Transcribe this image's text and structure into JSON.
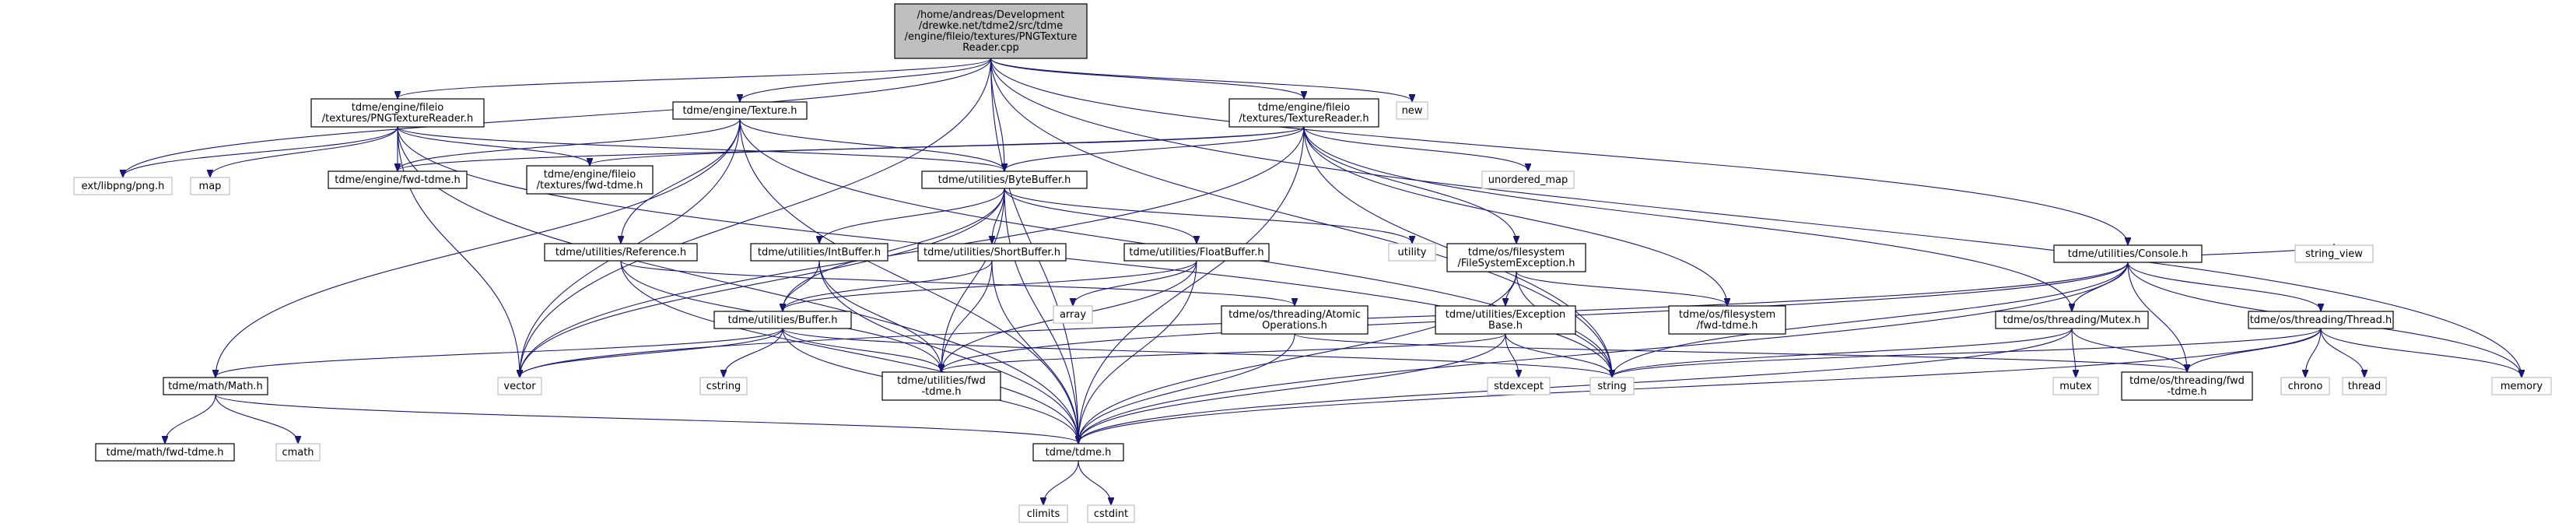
{
  "colors": {
    "edge": "#191970",
    "root_fill": "#bfbfbf",
    "node_border": "#000000",
    "external_border": "#bfbfbf"
  },
  "nodes": [
    {
      "id": "root",
      "kind": "root",
      "lines": [
        "/home/andreas/Development",
        "/drewke.net/tdme2/src/tdme",
        "/engine/fileio/textures/PNGTexture",
        "Reader.cpp"
      ]
    },
    {
      "id": "pngtexturereader_h",
      "kind": "internal",
      "lines": [
        "tdme/engine/fileio",
        "/textures/PNGTextureReader.h"
      ]
    },
    {
      "id": "texture_h",
      "kind": "internal",
      "lines": [
        "tdme/engine/Texture.h"
      ]
    },
    {
      "id": "texturereader_h",
      "kind": "internal",
      "lines": [
        "tdme/engine/fileio",
        "/textures/TextureReader.h"
      ]
    },
    {
      "id": "new",
      "kind": "external",
      "lines": [
        "new"
      ]
    },
    {
      "id": "console_h",
      "kind": "internal",
      "lines": [
        "tdme/utilities/Console.h"
      ]
    },
    {
      "id": "png_h",
      "kind": "external",
      "lines": [
        "ext/libpng/png.h"
      ]
    },
    {
      "id": "map",
      "kind": "external",
      "lines": [
        "map"
      ]
    },
    {
      "id": "fwd_engine",
      "kind": "internal",
      "lines": [
        "tdme/engine/fwd-tdme.h"
      ]
    },
    {
      "id": "fwd_fileio_tex",
      "kind": "internal",
      "lines": [
        "tdme/engine/fileio",
        "/textures/fwd-tdme.h"
      ]
    },
    {
      "id": "bytebuffer_h",
      "kind": "internal",
      "lines": [
        "tdme/utilities/ByteBuffer.h"
      ]
    },
    {
      "id": "unordered_map",
      "kind": "external",
      "lines": [
        "unordered_map"
      ]
    },
    {
      "id": "reference_h",
      "kind": "internal",
      "lines": [
        "tdme/utilities/Reference.h"
      ]
    },
    {
      "id": "intbuffer_h",
      "kind": "internal",
      "lines": [
        "tdme/utilities/IntBuffer.h"
      ]
    },
    {
      "id": "shortbuffer_h",
      "kind": "internal",
      "lines": [
        "tdme/utilities/ShortBuffer.h"
      ]
    },
    {
      "id": "floatbuffer_h",
      "kind": "internal",
      "lines": [
        "tdme/utilities/FloatBuffer.h"
      ]
    },
    {
      "id": "utility",
      "kind": "external",
      "lines": [
        "utility"
      ]
    },
    {
      "id": "fsexception_h",
      "kind": "internal",
      "lines": [
        "tdme/os/filesystem",
        "/FileSystemException.h"
      ]
    },
    {
      "id": "array",
      "kind": "external",
      "lines": [
        "array"
      ]
    },
    {
      "id": "buffer_h",
      "kind": "internal",
      "lines": [
        "tdme/utilities/Buffer.h"
      ]
    },
    {
      "id": "atomic_h",
      "kind": "internal",
      "lines": [
        "tdme/os/threading/Atomic",
        "Operations.h"
      ]
    },
    {
      "id": "excbase_h",
      "kind": "internal",
      "lines": [
        "tdme/utilities/Exception",
        "Base.h"
      ]
    },
    {
      "id": "fwd_fs",
      "kind": "internal",
      "lines": [
        "tdme/os/filesystem",
        "/fwd-tdme.h"
      ]
    },
    {
      "id": "mutex_h",
      "kind": "internal",
      "lines": [
        "tdme/os/threading/Mutex.h"
      ]
    },
    {
      "id": "thread_h",
      "kind": "internal",
      "lines": [
        "tdme/os/threading/Thread.h"
      ]
    },
    {
      "id": "string_view",
      "kind": "external",
      "lines": [
        "string_view"
      ]
    },
    {
      "id": "math_h",
      "kind": "internal",
      "lines": [
        "tdme/math/Math.h"
      ]
    },
    {
      "id": "vector",
      "kind": "external",
      "lines": [
        "vector"
      ]
    },
    {
      "id": "cstring",
      "kind": "external",
      "lines": [
        "cstring"
      ]
    },
    {
      "id": "fwd_utilities",
      "kind": "internal",
      "lines": [
        "tdme/utilities/fwd",
        "-tdme.h"
      ]
    },
    {
      "id": "stdexcept",
      "kind": "external",
      "lines": [
        "stdexcept"
      ]
    },
    {
      "id": "string",
      "kind": "external",
      "lines": [
        "string"
      ]
    },
    {
      "id": "mutex",
      "kind": "external",
      "lines": [
        "mutex"
      ]
    },
    {
      "id": "fwd_threading",
      "kind": "internal",
      "lines": [
        "tdme/os/threading/fwd",
        "-tdme.h"
      ]
    },
    {
      "id": "chrono",
      "kind": "external",
      "lines": [
        "chrono"
      ]
    },
    {
      "id": "thread",
      "kind": "external",
      "lines": [
        "thread"
      ]
    },
    {
      "id": "memory",
      "kind": "external",
      "lines": [
        "memory"
      ]
    },
    {
      "id": "fwd_math",
      "kind": "internal",
      "lines": [
        "tdme/math/fwd-tdme.h"
      ]
    },
    {
      "id": "cmath",
      "kind": "external",
      "lines": [
        "cmath"
      ]
    },
    {
      "id": "tdme_h",
      "kind": "internal",
      "lines": [
        "tdme/tdme.h"
      ]
    },
    {
      "id": "climits",
      "kind": "external",
      "lines": [
        "climits"
      ]
    },
    {
      "id": "cstdint",
      "kind": "external",
      "lines": [
        "cstdint"
      ]
    }
  ],
  "edges": [
    [
      "root",
      "pngtexturereader_h"
    ],
    [
      "root",
      "texture_h"
    ],
    [
      "root",
      "texturereader_h"
    ],
    [
      "root",
      "new"
    ],
    [
      "root",
      "console_h"
    ],
    [
      "root",
      "png_h"
    ],
    [
      "root",
      "bytebuffer_h"
    ],
    [
      "root",
      "vector"
    ],
    [
      "root",
      "string"
    ],
    [
      "root",
      "memory"
    ],
    [
      "root",
      "tdme_h"
    ],
    [
      "pngtexturereader_h",
      "png_h"
    ],
    [
      "pngtexturereader_h",
      "map"
    ],
    [
      "pngtexturereader_h",
      "fwd_engine"
    ],
    [
      "pngtexturereader_h",
      "fwd_fileio_tex"
    ],
    [
      "pngtexturereader_h",
      "bytebuffer_h"
    ],
    [
      "pngtexturereader_h",
      "vector"
    ],
    [
      "pngtexturereader_h",
      "string"
    ],
    [
      "pngtexturereader_h",
      "tdme_h"
    ],
    [
      "texture_h",
      "fwd_engine"
    ],
    [
      "texture_h",
      "bytebuffer_h"
    ],
    [
      "texture_h",
      "reference_h"
    ],
    [
      "texture_h",
      "math_h"
    ],
    [
      "texture_h",
      "vector"
    ],
    [
      "texture_h",
      "string"
    ],
    [
      "texture_h",
      "tdme_h"
    ],
    [
      "texturereader_h",
      "fwd_engine"
    ],
    [
      "texturereader_h",
      "fwd_fileio_tex"
    ],
    [
      "texturereader_h",
      "bytebuffer_h"
    ],
    [
      "texturereader_h",
      "unordered_map"
    ],
    [
      "texturereader_h",
      "fsexception_h"
    ],
    [
      "texturereader_h",
      "fwd_fs"
    ],
    [
      "texturereader_h",
      "mutex_h"
    ],
    [
      "texturereader_h",
      "vector"
    ],
    [
      "texturereader_h",
      "string"
    ],
    [
      "texturereader_h",
      "tdme_h"
    ],
    [
      "console_h",
      "mutex_h"
    ],
    [
      "console_h",
      "thread_h"
    ],
    [
      "console_h",
      "string_view"
    ],
    [
      "console_h",
      "memory"
    ],
    [
      "console_h",
      "string"
    ],
    [
      "console_h",
      "fwd_utilities"
    ],
    [
      "console_h",
      "vector"
    ],
    [
      "console_h",
      "tdme_h"
    ],
    [
      "console_h",
      "fwd_threading"
    ],
    [
      "bytebuffer_h",
      "intbuffer_h"
    ],
    [
      "bytebuffer_h",
      "shortbuffer_h"
    ],
    [
      "bytebuffer_h",
      "floatbuffer_h"
    ],
    [
      "bytebuffer_h",
      "utility"
    ],
    [
      "bytebuffer_h",
      "buffer_h"
    ],
    [
      "bytebuffer_h",
      "fwd_utilities"
    ],
    [
      "bytebuffer_h",
      "vector"
    ],
    [
      "bytebuffer_h",
      "tdme_h"
    ],
    [
      "reference_h",
      "atomic_h"
    ],
    [
      "reference_h",
      "fwd_utilities"
    ],
    [
      "reference_h",
      "tdme_h"
    ],
    [
      "intbuffer_h",
      "buffer_h"
    ],
    [
      "intbuffer_h",
      "fwd_utilities"
    ],
    [
      "intbuffer_h",
      "tdme_h"
    ],
    [
      "shortbuffer_h",
      "buffer_h"
    ],
    [
      "shortbuffer_h",
      "fwd_utilities"
    ],
    [
      "shortbuffer_h",
      "tdme_h"
    ],
    [
      "floatbuffer_h",
      "array"
    ],
    [
      "floatbuffer_h",
      "buffer_h"
    ],
    [
      "floatbuffer_h",
      "fwd_utilities"
    ],
    [
      "floatbuffer_h",
      "tdme_h"
    ],
    [
      "fsexception_h",
      "excbase_h"
    ],
    [
      "fsexception_h",
      "fwd_fs"
    ],
    [
      "fsexception_h",
      "string"
    ],
    [
      "fsexception_h",
      "tdme_h"
    ],
    [
      "buffer_h",
      "math_h"
    ],
    [
      "buffer_h",
      "vector"
    ],
    [
      "buffer_h",
      "cstring"
    ],
    [
      "buffer_h",
      "fwd_utilities"
    ],
    [
      "buffer_h",
      "tdme_h"
    ],
    [
      "buffer_h",
      "string"
    ],
    [
      "atomic_h",
      "fwd_threading"
    ],
    [
      "atomic_h",
      "tdme_h"
    ],
    [
      "excbase_h",
      "stdexcept"
    ],
    [
      "excbase_h",
      "string"
    ],
    [
      "excbase_h",
      "fwd_utilities"
    ],
    [
      "excbase_h",
      "tdme_h"
    ],
    [
      "mutex_h",
      "mutex"
    ],
    [
      "mutex_h",
      "string"
    ],
    [
      "mutex_h",
      "fwd_threading"
    ],
    [
      "mutex_h",
      "tdme_h"
    ],
    [
      "thread_h",
      "chrono"
    ],
    [
      "thread_h",
      "thread"
    ],
    [
      "thread_h",
      "memory"
    ],
    [
      "thread_h",
      "string"
    ],
    [
      "thread_h",
      "fwd_threading"
    ],
    [
      "thread_h",
      "tdme_h"
    ],
    [
      "math_h",
      "fwd_math"
    ],
    [
      "math_h",
      "cmath"
    ],
    [
      "math_h",
      "tdme_h"
    ],
    [
      "tdme_h",
      "climits"
    ],
    [
      "tdme_h",
      "cstdint"
    ]
  ]
}
